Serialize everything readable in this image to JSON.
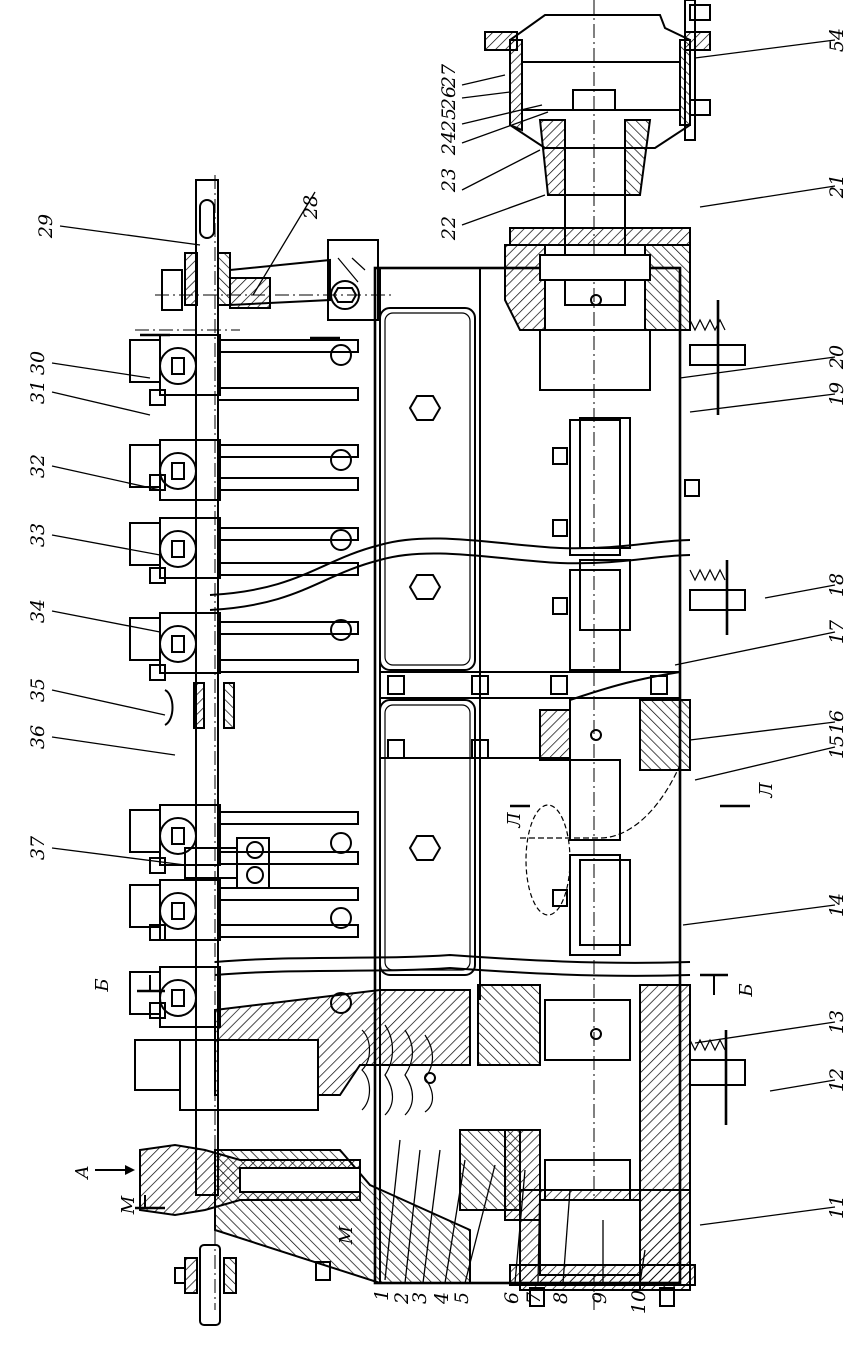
{
  "figure": {
    "type": "technical-drawing",
    "subject": "fuel injection pump assembly, longitudinal section",
    "orientation": "rotated 90 degrees clockwise",
    "line_color": "#000000",
    "background": "#ffffff"
  },
  "callouts": {
    "left_bottom": [
      "1",
      "2",
      "3",
      "4",
      "5",
      "6",
      "7",
      "8",
      "9",
      "10"
    ],
    "right_side": [
      "11",
      "12",
      "13",
      "14",
      "15",
      "16",
      "17",
      "18",
      "19",
      "20",
      "21",
      "54"
    ],
    "right_top": [
      "22",
      "23",
      "24",
      "25",
      "26",
      "27"
    ],
    "left_side": [
      "28",
      "29",
      "30",
      "31",
      "32",
      "33",
      "34",
      "35",
      "36",
      "37"
    ]
  },
  "labels": [
    {
      "id": "1",
      "text": "1"
    },
    {
      "id": "2",
      "text": "2"
    },
    {
      "id": "3",
      "text": "3"
    },
    {
      "id": "4",
      "text": "4"
    },
    {
      "id": "5",
      "text": "5"
    },
    {
      "id": "6",
      "text": "6"
    },
    {
      "id": "7",
      "text": "7"
    },
    {
      "id": "8",
      "text": "8"
    },
    {
      "id": "9",
      "text": "9"
    },
    {
      "id": "10",
      "text": "10"
    },
    {
      "id": "11",
      "text": "11"
    },
    {
      "id": "12",
      "text": "12"
    },
    {
      "id": "13",
      "text": "13"
    },
    {
      "id": "14",
      "text": "14"
    },
    {
      "id": "15",
      "text": "15"
    },
    {
      "id": "16",
      "text": "16"
    },
    {
      "id": "17",
      "text": "17"
    },
    {
      "id": "18",
      "text": "18"
    },
    {
      "id": "19",
      "text": "19"
    },
    {
      "id": "20",
      "text": "20"
    },
    {
      "id": "21",
      "text": "21"
    },
    {
      "id": "22",
      "text": "22"
    },
    {
      "id": "23",
      "text": "23"
    },
    {
      "id": "24",
      "text": "24"
    },
    {
      "id": "25",
      "text": "25"
    },
    {
      "id": "26",
      "text": "26"
    },
    {
      "id": "27",
      "text": "27"
    },
    {
      "id": "28",
      "text": "28"
    },
    {
      "id": "29",
      "text": "29"
    },
    {
      "id": "30",
      "text": "30"
    },
    {
      "id": "31",
      "text": "31"
    },
    {
      "id": "32",
      "text": "32"
    },
    {
      "id": "33",
      "text": "33"
    },
    {
      "id": "34",
      "text": "34"
    },
    {
      "id": "35",
      "text": "35"
    },
    {
      "id": "36",
      "text": "36"
    },
    {
      "id": "37",
      "text": "37"
    },
    {
      "id": "54",
      "text": "54"
    }
  ],
  "section_marks": {
    "view_a": "А",
    "section_m": "М",
    "section_b": "Б",
    "section_l": "Л"
  }
}
